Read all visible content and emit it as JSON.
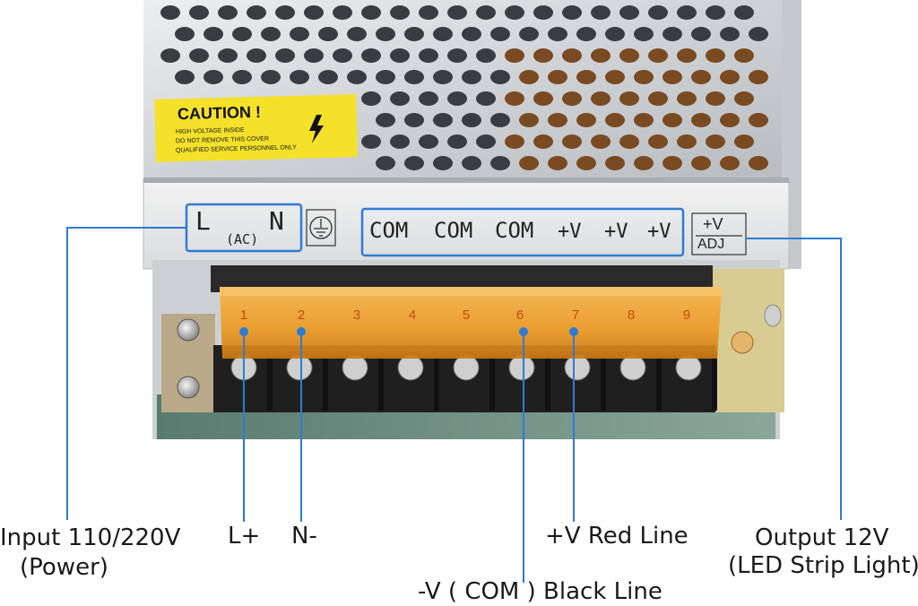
{
  "caution_label": {
    "title": "CAUTION !",
    "lines": [
      "HIGH VOLTAGE INSIDE",
      "DO NOT REMOVE THIS COVER",
      "QUALIFIED SERVICE PERSONNEL ONLY"
    ],
    "color": "#f5e12a"
  },
  "panel": {
    "input_letters": [
      "L",
      "N"
    ],
    "input_sub": "(AC)",
    "outputs": [
      "COM",
      "COM",
      "COM",
      "+V",
      "+V",
      "+V"
    ],
    "adj_top": "+V",
    "adj_bottom": "ADJ",
    "ground_icon": "earth-ground-icon"
  },
  "terminals": [
    "1",
    "2",
    "3",
    "4",
    "5",
    "6",
    "7",
    "8",
    "9"
  ],
  "callouts": {
    "input": {
      "line1": "Input 110/220V",
      "line2": "(Power)"
    },
    "l_plus": "L+",
    "n_minus": "N-",
    "red_line": "+V Red Line",
    "black_line": "-V ( COM ) Black Line",
    "output": {
      "line1": "Output 12V",
      "line2": "(LED Strip Light)"
    }
  },
  "colors": {
    "callout_line": "#2f7bd4",
    "cover_amber": "#f0a030",
    "metal": "#d4d7da"
  }
}
